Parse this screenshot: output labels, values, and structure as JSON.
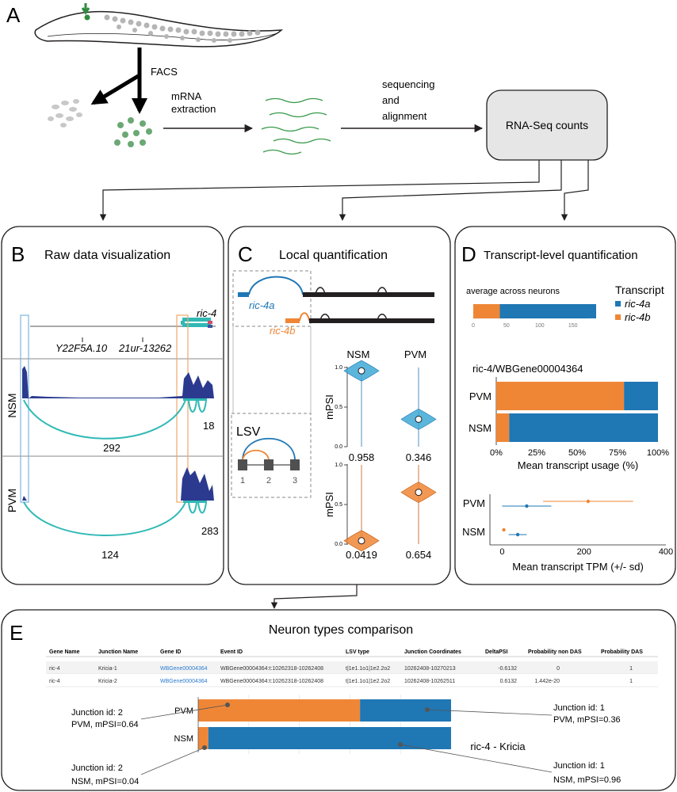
{
  "panel_a": {
    "letter": "A",
    "facs": "FACS",
    "mrna_extraction": [
      "mRNA",
      "extraction"
    ],
    "sequencing": [
      "sequencing",
      "and",
      "alignment"
    ],
    "counts_box": "RNA-Seq counts"
  },
  "panel_b": {
    "letter": "B",
    "title": "Raw data visualization",
    "gene_label": "ric-4",
    "gene_y22": "Y22F5A.10",
    "gene_21ur": "21ur-13262",
    "nsm_label": "NSM",
    "pvm_label": "PVM",
    "nsm_junction_long": "292",
    "nsm_junction_short": "18",
    "pvm_junction_long": "124",
    "pvm_junction_short": "283"
  },
  "panel_c": {
    "letter": "C",
    "title": "Local quantification",
    "isoform_a": "ric-4a",
    "isoform_b": "ric-4b",
    "lsv_label": "LSV",
    "exon_numbers": [
      "1",
      "2",
      "3"
    ],
    "nsm_header": "NSM",
    "pvm_header": "PVM",
    "ylabel": "mPSI",
    "yticks": [
      "1.0",
      "0.5",
      "0.0"
    ],
    "top_values": [
      "0.958",
      "0.346"
    ],
    "bottom_values": [
      "0.0419",
      "0.654"
    ]
  },
  "panel_d": {
    "letter": "D",
    "title": "Transcript-level quantification",
    "avg_label": "average across neurons",
    "avg_ticks": [
      "0",
      "50",
      "100",
      "150"
    ],
    "legend_title": "Transcript",
    "legend": [
      {
        "name": "ric-4a",
        "color": "#1f77b4"
      },
      {
        "name": "ric-4b",
        "color": "#ef8636"
      }
    ],
    "gene_header": "ric-4/WBGene00004364",
    "usage_rows": [
      "PVM",
      "NSM"
    ],
    "usage_ticks": [
      "0%",
      "25%",
      "50%",
      "75%",
      "100%"
    ],
    "usage_xlabel": "Mean transcript usage (%)",
    "tpm_rows": [
      "PVM",
      "NSM"
    ],
    "tpm_ticks": [
      "0",
      "200",
      "400"
    ],
    "tpm_xlabel": "Mean transcript TPM (+/- sd)"
  },
  "panel_e": {
    "letter": "E",
    "title": "Neuron types comparison",
    "columns": [
      "Gene Name",
      "Junction Name",
      "Gene ID",
      "Event ID",
      "LSV type",
      "Junction Coordinates",
      "DeltaPSI",
      "Probability non DAS",
      "Probability DAS"
    ],
    "rows": [
      [
        "ric-4",
        "Kricia-1",
        "WBGene00004364",
        "WBGene00004364:t:10262318-10262408",
        "t|1e1.1o1|1e2.2o2",
        "10262408-10270213",
        "-0.6132",
        "0",
        "1"
      ],
      [
        "ric-4",
        "Kricia-2",
        "WBGene00004364",
        "WBGene00004364:t:10262318-10262408",
        "t|1e1.1o1|1e2.2o2",
        "10262408-10262511",
        "0.6132",
        "1.442e-20",
        "1"
      ]
    ],
    "bar_rows": [
      "PVM",
      "NSM"
    ],
    "bar_caption": "ric-4 - Kricia",
    "annotations": {
      "pvm_j2": [
        "Junction id: 2",
        "PVM, mPSI=0.64"
      ],
      "pvm_j1": [
        "Junction id: 1",
        "PVM, mPSI=0.36"
      ],
      "nsm_j2": [
        "Junction id: 2",
        "NSM, mPSI=0.04"
      ],
      "nsm_j1": [
        "Junction id: 1",
        "NSM, mPSI=0.96"
      ]
    }
  },
  "chart_data": [
    {
      "type": "bar",
      "title": "average across neurons",
      "categories": [
        "average across neurons"
      ],
      "series": [
        {
          "name": "ric-4b",
          "values": [
            40
          ]
        },
        {
          "name": "ric-4a",
          "values": [
            145
          ]
        }
      ],
      "xlim": [
        0,
        185
      ]
    },
    {
      "type": "bar",
      "title": "ric-4/WBGene00004364",
      "xlabel": "Mean transcript usage (%)",
      "categories": [
        "PVM",
        "NSM"
      ],
      "series": [
        {
          "name": "ric-4b",
          "values": [
            79,
            8
          ]
        },
        {
          "name": "ric-4a",
          "values": [
            21,
            92
          ]
        }
      ],
      "xlim": [
        0,
        100
      ]
    },
    {
      "type": "scatter",
      "xlabel": "Mean transcript TPM (+/- sd)",
      "categories": [
        "PVM",
        "NSM"
      ],
      "series": [
        {
          "name": "ric-4a",
          "values": [
            60,
            38
          ],
          "sd": [
            60,
            22
          ]
        },
        {
          "name": "ric-4b",
          "values": [
            210,
            4
          ],
          "sd": [
            110,
            0
          ]
        }
      ],
      "xlim": [
        -30,
        400
      ]
    },
    {
      "type": "bar",
      "title": "ric-4 - Kricia",
      "categories": [
        "PVM",
        "NSM"
      ],
      "series": [
        {
          "name": "Junction id: 2",
          "values": [
            0.64,
            0.04
          ]
        },
        {
          "name": "Junction id: 1",
          "values": [
            0.36,
            0.96
          ]
        }
      ],
      "xlim": [
        0,
        1
      ]
    },
    {
      "type": "violin",
      "ylabel": "mPSI",
      "categories": [
        "NSM",
        "PVM"
      ],
      "series": [
        {
          "name": "ric-4a",
          "values": [
            0.958,
            0.346
          ]
        },
        {
          "name": "ric-4b",
          "values": [
            0.0419,
            0.654
          ]
        }
      ],
      "ylim": [
        0,
        1
      ]
    }
  ]
}
